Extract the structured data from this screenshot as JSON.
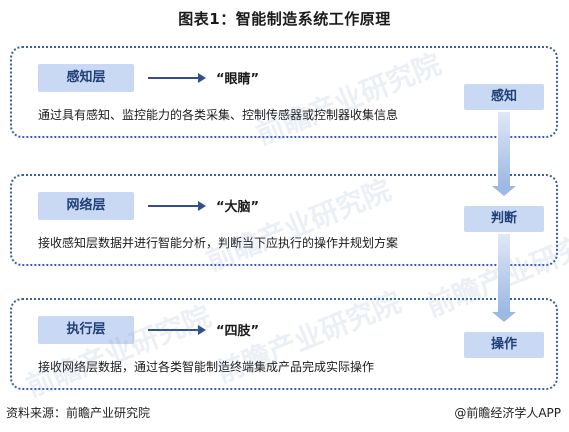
{
  "title": "图表1：智能制造系统工作原理",
  "layers": [
    {
      "label": "感知层",
      "metaphor": "“眼睛”",
      "description": "通过具有感知、监控能力的各类采集、控制传感器或控制器收集信息",
      "function": "感知"
    },
    {
      "label": "网络层",
      "metaphor": "“大脑”",
      "description": "接收感知层数据并进行智能分析，判断当下应执行的操作并规划方案",
      "function": "判断"
    },
    {
      "label": "执行层",
      "metaphor": "“四肢”",
      "description": "接收网络层数据，通过各类智能制造终端集成产品完成实际操作",
      "function": "操作"
    }
  ],
  "watermark": "前瞻产业研究院",
  "footer": {
    "source": "资料来源：前瞻产业研究院",
    "brand": "@前瞻经济学人APP"
  },
  "colors": {
    "label_bg": "#c9d9f3",
    "border": "#3b5fa0",
    "arrow": "#2f4f8f",
    "connector": "#9db8e3"
  }
}
